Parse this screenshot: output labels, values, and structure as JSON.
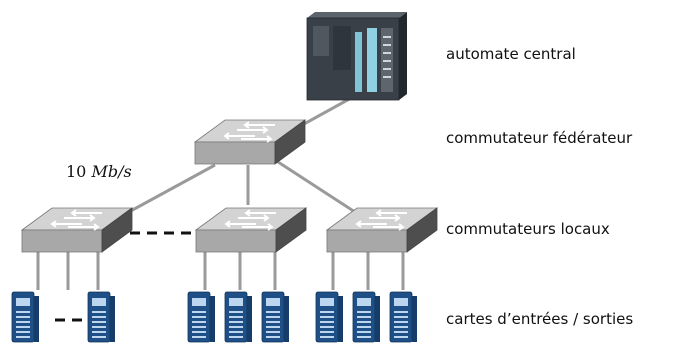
{
  "labels": {
    "plc": "automate central",
    "core_switch": "commutateur fédérateur",
    "local_switches": "commutateurs locaux",
    "io_cards": "cartes d’entrées / sorties"
  },
  "link_speed": {
    "value": "10",
    "unit": "Mb/s"
  },
  "colors": {
    "link": "#9a9a9a",
    "switch_top": "#cfcfcf",
    "switch_front": "#a9a9a9",
    "switch_side": "#555555",
    "io_card": "#1f4f86",
    "io_card_screen": "#b9d4f0",
    "plc_body": "#3a4048",
    "plc_accent": "#7fc4d8"
  },
  "icons": {
    "plc": "plc-icon",
    "switch": "switch-icon",
    "io_card": "io-card-icon"
  }
}
